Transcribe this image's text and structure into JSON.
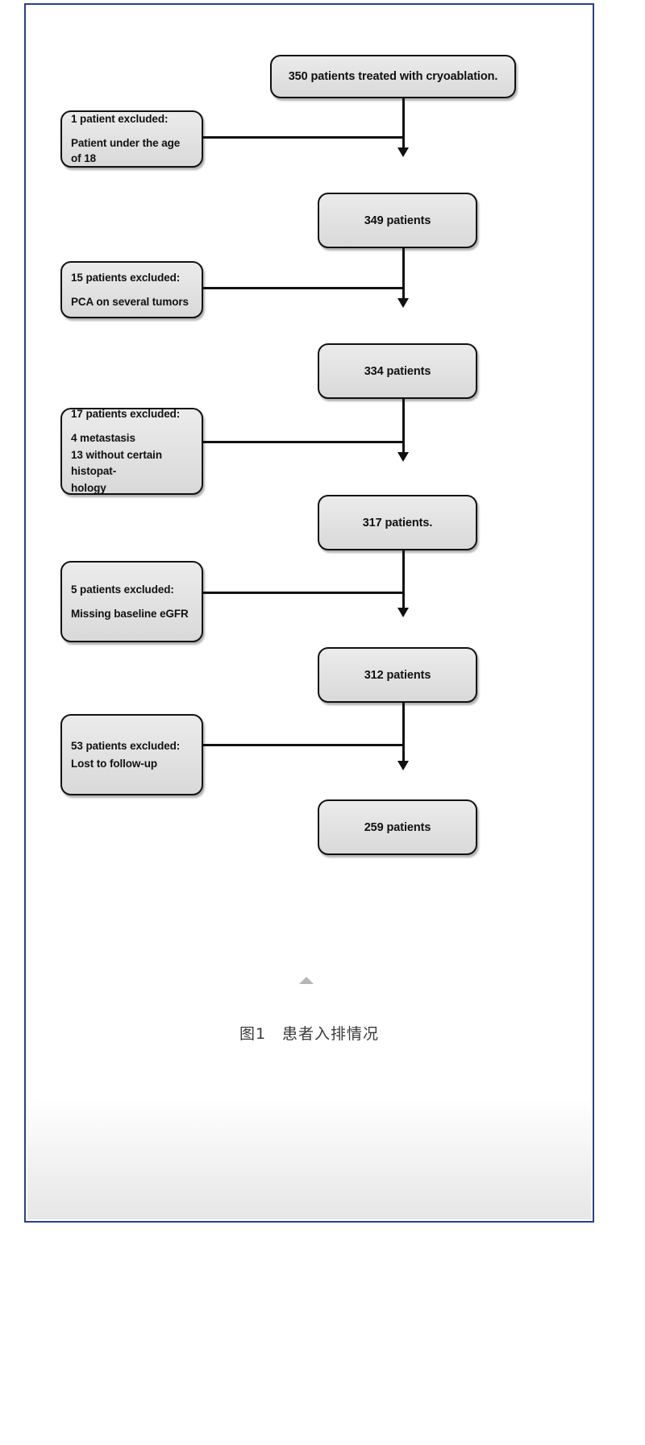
{
  "figure": {
    "caption": "图1　患者入排情况",
    "collapse_marker": "triangle-up-icon",
    "border_color": "#2b3f8c",
    "node_fill": "#e2e2e2",
    "node_border": "#121212",
    "connector_color": "#111111"
  },
  "flow": {
    "results": [
      {
        "id": "enrolled",
        "label": "350 patients treated with cryoablation."
      },
      {
        "id": "after-age",
        "label": "349 patients"
      },
      {
        "id": "after-pca",
        "label": "334 patients"
      },
      {
        "id": "after-hist",
        "label": "317 patients."
      },
      {
        "id": "after-egfr",
        "label": "312 patients"
      },
      {
        "id": "final",
        "label": "259 patients"
      }
    ],
    "exclusions": [
      {
        "id": "age",
        "lines": [
          "1 patient excluded:",
          "Patient under the age of 18"
        ]
      },
      {
        "id": "multiple-tumors",
        "lines": [
          "15 patients excluded:",
          "PCA on several tumors"
        ]
      },
      {
        "id": "histopathology",
        "lines": [
          "17 patients excluded:",
          "4 metastasis",
          "13 without certain histopat-",
          "hology"
        ]
      },
      {
        "id": "egfr",
        "lines": [
          "5 patients excluded:",
          "Missing baseline eGFR"
        ]
      },
      {
        "id": "follow-up",
        "lines": [
          "53 patients excluded:",
          "Lost to follow-up"
        ]
      }
    ]
  }
}
